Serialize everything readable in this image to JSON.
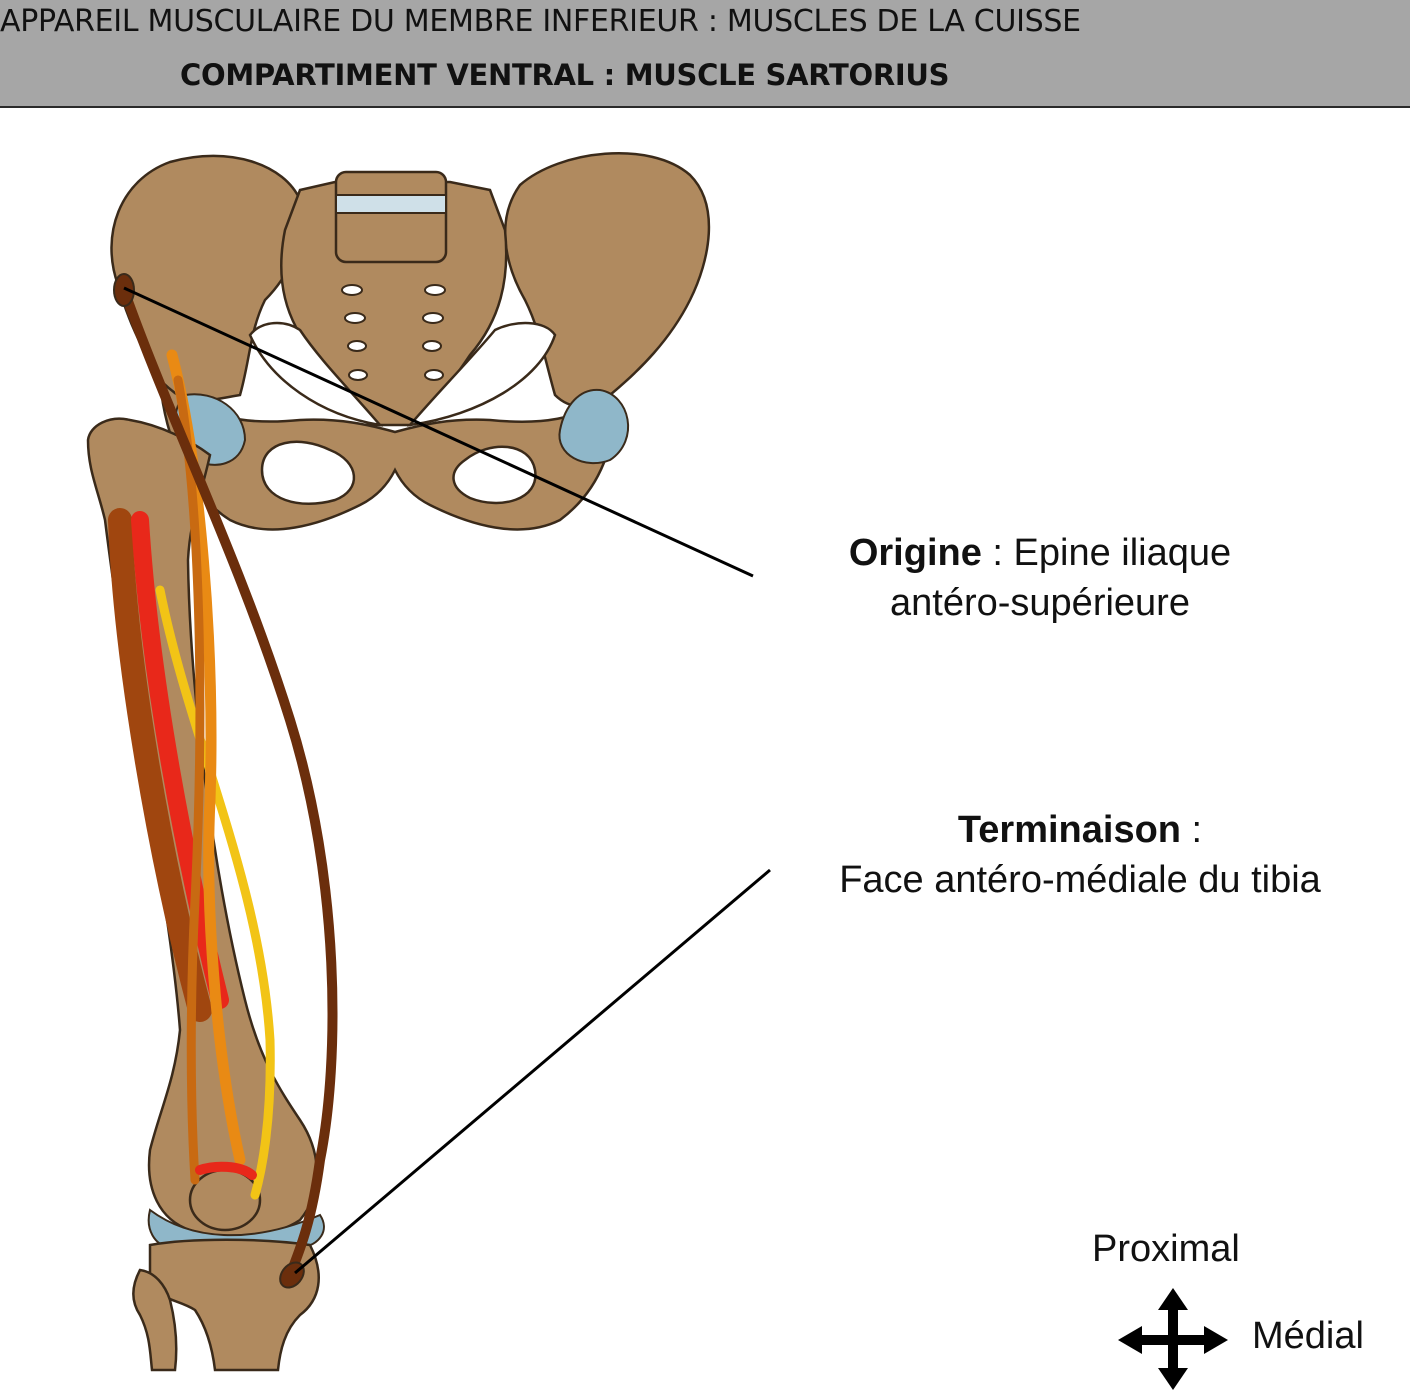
{
  "header": {
    "title": "APPAREIL MUSCULAIRE DU MEMBRE INFERIEUR : MUSCLES DE LA CUISSE",
    "subtitle": "COMPARTIMENT VENTRAL : MUSCLE SARTORIUS"
  },
  "labels": {
    "origin": {
      "term": "Origine",
      "sep": " : Epine iliaque",
      "line2": "antéro-supérieure"
    },
    "terminaison": {
      "term": "Terminaison",
      "sep": " :",
      "line2": "Face antéro-médiale du tibia"
    }
  },
  "orientation": {
    "up": "Proximal",
    "right": "Médial"
  },
  "colors": {
    "header_bg": "#a6a6a6",
    "bone": "#b08a5f",
    "bone_outline": "#3a2a1a",
    "cartilage": "#8fb7c9",
    "sartorius": "#6b2e0c",
    "rectus": "#e8281a",
    "vastus": "#a0460f",
    "adductor_yellow": "#f2c416",
    "tensor_orange": "#e98a14"
  }
}
